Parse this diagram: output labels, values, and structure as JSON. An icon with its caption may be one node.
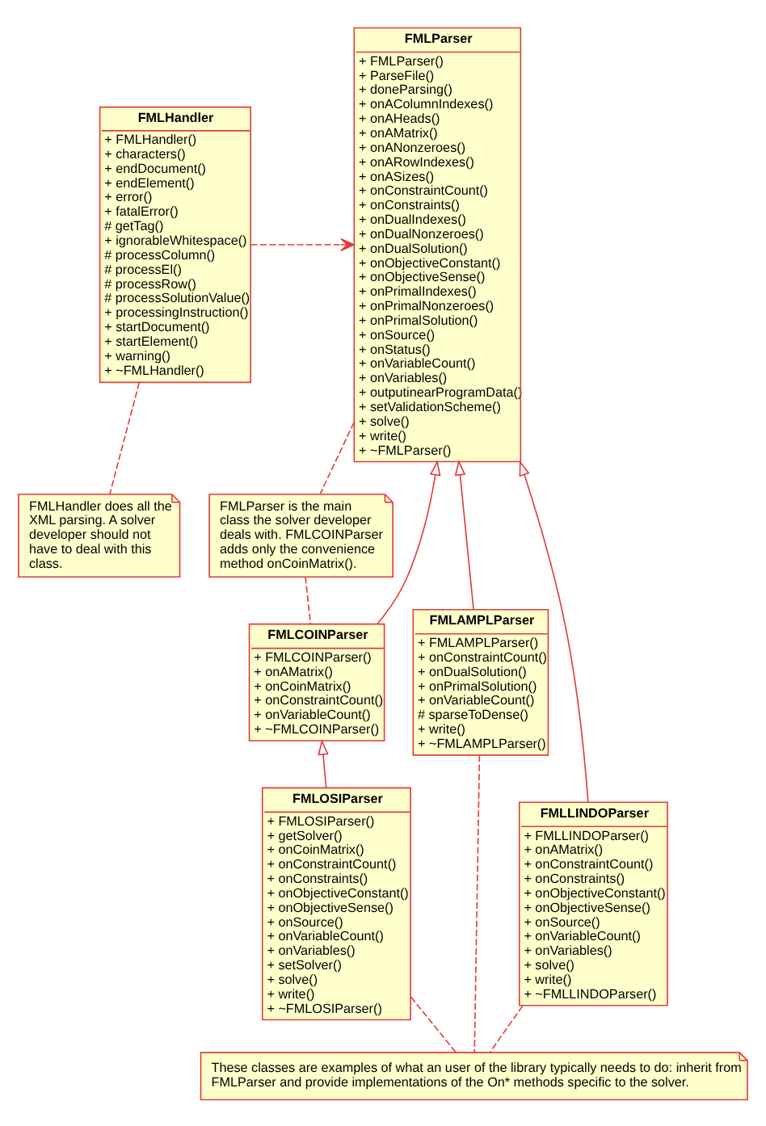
{
  "diagram": {
    "nodes": [
      {
        "text": [
          "FMLHandler",
          "+ FMLHandler()",
          "+ characters()",
          "+ endDocument()",
          "+ endElement()",
          "+ error()",
          "+ fatalError()",
          "# getTag()",
          "+ ignorableWhitespace()",
          "# processColumn()",
          "# processEl()",
          "# processRow()",
          "# processSolutionValue()",
          "+ processingInstruction()",
          "+ startDocument()",
          "+ startElement()",
          "+ warning()",
          "+ ~FMLHandler()"
        ]
      },
      {
        "text": [
          "FMLParser",
          "+ FMLParser()",
          "+ ParseFile()",
          "+ doneParsing()",
          "+ onAColumnIndexes()",
          "+ onAHeads()",
          "+ onAMatrix()",
          "+ onANonzeroes()",
          "+ onARowIndexes()",
          "+ onASizes()",
          "+ onConstraintCount()",
          "+ onConstraints()",
          "+ onDualIndexes()",
          "+ onDualNonzeroes()",
          "+ onDualSolution()",
          "+ onObjectiveConstant()",
          "+ onObjectiveSense()",
          "+ onPrimalIndexes()",
          "+ onPrimalNonzeroes()",
          "+ onPrimalSolution()",
          "+ onSource()",
          "+ onStatus()",
          "+ onVariableCount()",
          "+ onVariables()",
          "+ outputinearProgramData()",
          "+ setValidationScheme()",
          "+ solve()",
          "+ write()",
          "+ ~FMLParser()"
        ]
      },
      {
        "text": [
          "FMLHandler does all the XML parsing. A solver developer should not have to deal with this class."
        ]
      },
      {
        "text": [
          "FMLParser is the main class the solver developer deals with. FMLCOINParser adds only the convenience method onCoinMatrix()."
        ]
      },
      {
        "text": [
          "FMLCOINParser",
          "+ FMLCOINParser()",
          "+ onAMatrix()",
          "+ onCoinMatrix()",
          "+ onConstraintCount()",
          "+ onVariableCount()",
          "+ ~FMLCOINParser()"
        ]
      },
      {
        "text": [
          "FMLAMPLParser",
          "+ FMLAMPLParser()",
          "+ onConstraintCount()",
          "+ onDualSolution()",
          "+ onPrimalSolution()",
          "+ onVariableCount()",
          "# sparseToDense()",
          "+ write()",
          "+ ~FMLAMPLParser()"
        ]
      },
      {
        "text": [
          "FMLLINDOParser",
          "+ FMLLINDOParser()",
          "+ onAMatrix()",
          "+ onConstraintCount()",
          "+ onConstraints()",
          "+ onObjectiveConstant()",
          "+ onObjectiveSense()",
          "+ onSource()",
          "+ onVariableCount()",
          "+ onVariables()",
          "+ solve()",
          "+ write()",
          "+ ~FMLLINDOParser()"
        ]
      },
      {
        "text": [
          "FMLOSIParser",
          "+ FMLOSIParser()",
          "+ getSolver()",
          "+ onCoinMatrix()",
          "+ onConstraintCount()",
          "+ onConstraints()",
          "+ onObjectiveConstant()",
          "+ onObjectiveSense()",
          "+ onSource()",
          "+ onVariableCount()",
          "+ onVariables()",
          "+ setSolver()",
          "+ solve()",
          "+ write()",
          "+ ~FMLOSIParser()"
        ]
      },
      {
        "text": [
          "These classes are examples of what an user of the library typically needs to do: inherit from FMLParser and provide implementations of the On* methods specific to the solver."
        ]
      }
    ],
    "edges": [
      {
        "from": 0,
        "to": 1,
        "arrow": "to",
        "style": "dashed"
      },
      {
        "from": 0,
        "to": 2,
        "arrow": "none",
        "style": "dashed"
      },
      {
        "from": 1,
        "to": 3,
        "arrow": "none",
        "style": "dashed"
      },
      {
        "from": 3,
        "to": 4,
        "arrow": "none",
        "style": "dashed"
      },
      {
        "from": 4,
        "to": 1,
        "arrow": "to"
      },
      {
        "from": 5,
        "to": 1,
        "arrow": "to"
      },
      {
        "from": 6,
        "to": 1,
        "arrow": "to"
      },
      {
        "from": 7,
        "to": 4,
        "arrow": "to"
      },
      {
        "from": 5,
        "to": 8,
        "arrow": "none",
        "style": "dashed"
      },
      {
        "from": 6,
        "to": 8,
        "arrow": "none",
        "style": "dashed"
      },
      {
        "from": 7,
        "to": 8,
        "arrow": "none",
        "style": "dashed"
      }
    ]
  }
}
